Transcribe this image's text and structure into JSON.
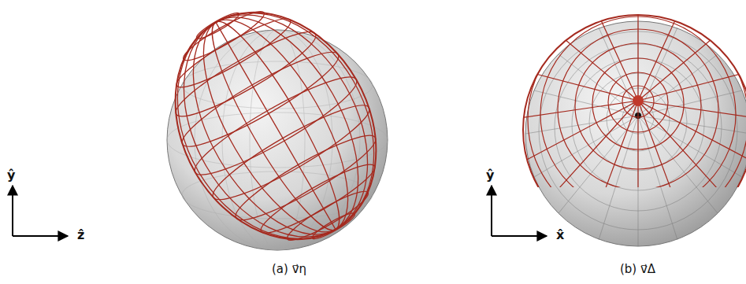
{
  "diagram": {
    "labels": [
      "ŷ",
      "ẑ",
      "(a) v⃗η",
      "ŷ",
      "x̂",
      "(b) v⃗Δ"
    ]
  }
}
